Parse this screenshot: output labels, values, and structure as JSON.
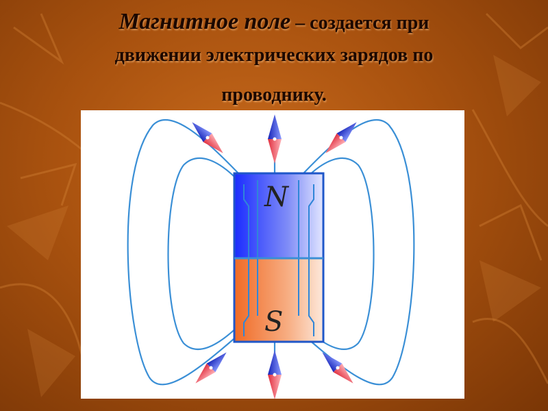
{
  "slide": {
    "title_term": "Магнитное поле",
    "title_rest": " – создается при",
    "title_line2": "движении электрических зарядов по",
    "title_line3": "проводнику."
  },
  "diagram": {
    "north_label": "N",
    "south_label": "S"
  },
  "colors": {
    "background": "#a9520f",
    "field_lines": "#3a8fd6",
    "north_pole": "#2233dd",
    "south_pole": "#f07a3a",
    "compass_north": "#2a3cc8",
    "compass_south": "#e04040"
  },
  "icons": {
    "magnet": "bar-magnet-icon",
    "compass": "compass-needle-icon"
  }
}
